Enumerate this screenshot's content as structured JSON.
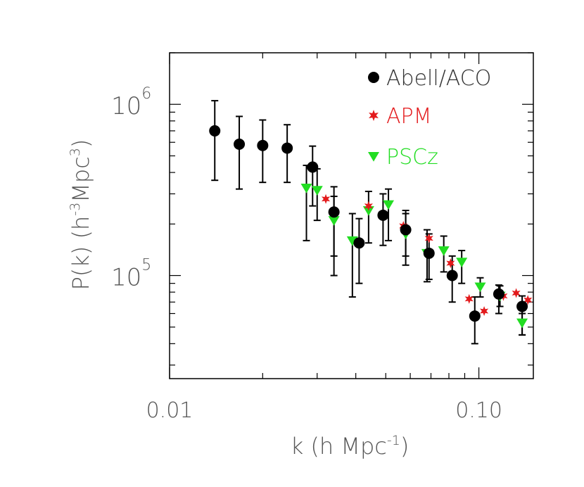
{
  "chart_data": {
    "type": "scatter",
    "xscale": "log",
    "yscale": "log",
    "xlim": [
      0.01,
      0.15
    ],
    "ylim": [
      25000,
      2000000
    ],
    "xlabel": {
      "base": "k (h Mpc",
      "sup": "-1",
      "tail": ")"
    },
    "ylabel": {
      "p1": "P(k) (h",
      "sup1": "-3",
      "p2": "Mpc",
      "sup2": "3",
      "tail": ")"
    },
    "x_ticks": [
      {
        "value": 0.01,
        "label": "0.01"
      },
      {
        "value": 0.1,
        "label": "0.10"
      }
    ],
    "y_ticks": [
      {
        "value": 100000,
        "base": "10",
        "exp": "5"
      },
      {
        "value": 1000000,
        "base": "10",
        "exp": "6"
      }
    ],
    "legend_position": "top-right",
    "series": [
      {
        "name": "Abell/ACO",
        "marker": "circle",
        "color": "#000000",
        "points": [
          {
            "x": 0.014,
            "y": 700000,
            "lo": 360000,
            "hi": 1050000
          },
          {
            "x": 0.0168,
            "y": 585000,
            "lo": 320000,
            "hi": 850000
          },
          {
            "x": 0.02,
            "y": 575000,
            "lo": 350000,
            "hi": 810000
          },
          {
            "x": 0.024,
            "y": 555000,
            "lo": 350000,
            "hi": 760000
          },
          {
            "x": 0.029,
            "y": 430000,
            "lo": 255000,
            "hi": 570000
          },
          {
            "x": 0.034,
            "y": 235000,
            "lo": 100000,
            "hi": 330000
          },
          {
            "x": 0.041,
            "y": 155000,
            "lo": 90000,
            "hi": 215000
          },
          {
            "x": 0.049,
            "y": 225000,
            "lo": 150000,
            "hi": 300000
          },
          {
            "x": 0.058,
            "y": 185000,
            "lo": 130000,
            "hi": 240000
          },
          {
            "x": 0.069,
            "y": 135000,
            "lo": 95000,
            "hi": 175000
          },
          {
            "x": 0.082,
            "y": 100000,
            "lo": 70000,
            "hi": 130000
          },
          {
            "x": 0.097,
            "y": 58000,
            "lo": 40000,
            "hi": 75000
          },
          {
            "x": 0.116,
            "y": 78000,
            "lo": 60000,
            "hi": 88000
          },
          {
            "x": 0.138,
            "y": 66000,
            "lo": 45000,
            "hi": 76000
          }
        ]
      },
      {
        "name": "APM",
        "marker": "star",
        "color": "#e31a1c",
        "points": [
          {
            "x": 0.032,
            "y": 280000
          },
          {
            "x": 0.044,
            "y": 255000
          },
          {
            "x": 0.057,
            "y": 195000
          },
          {
            "x": 0.069,
            "y": 165000
          },
          {
            "x": 0.081,
            "y": 118000
          },
          {
            "x": 0.093,
            "y": 73000
          },
          {
            "x": 0.104,
            "y": 62000
          },
          {
            "x": 0.12,
            "y": 76000
          },
          {
            "x": 0.132,
            "y": 79000
          },
          {
            "x": 0.144,
            "y": 72000
          }
        ]
      },
      {
        "name": "PSCz",
        "marker": "triangle-down",
        "color": "#22dd22",
        "points": [
          {
            "x": 0.0277,
            "y": 325000,
            "lo": 160000,
            "hi": 440000
          },
          {
            "x": 0.03,
            "y": 315000,
            "lo": 210000,
            "hi": 420000
          },
          {
            "x": 0.034,
            "y": 210000,
            "lo": 130000,
            "hi": 290000
          },
          {
            "x": 0.039,
            "y": 160000,
            "lo": 75000,
            "hi": 230000
          },
          {
            "x": 0.044,
            "y": 240000,
            "lo": 155000,
            "hi": 310000
          },
          {
            "x": 0.051,
            "y": 260000,
            "lo": 160000,
            "hi": 320000
          },
          {
            "x": 0.058,
            "y": 175000,
            "lo": 115000,
            "hi": 230000
          },
          {
            "x": 0.068,
            "y": 135000,
            "lo": 92000,
            "hi": 185000
          },
          {
            "x": 0.077,
            "y": 140000,
            "lo": 105000,
            "hi": 170000
          },
          {
            "x": 0.088,
            "y": 120000,
            "lo": 90000,
            "hi": 140000
          },
          {
            "x": 0.101,
            "y": 86000,
            "lo": 75000,
            "hi": 97000
          },
          {
            "x": 0.117,
            "y": 76000,
            "lo": 66000,
            "hi": 87000
          },
          {
            "x": 0.138,
            "y": 53000,
            "lo": 45000,
            "hi": 60000
          }
        ]
      }
    ]
  }
}
